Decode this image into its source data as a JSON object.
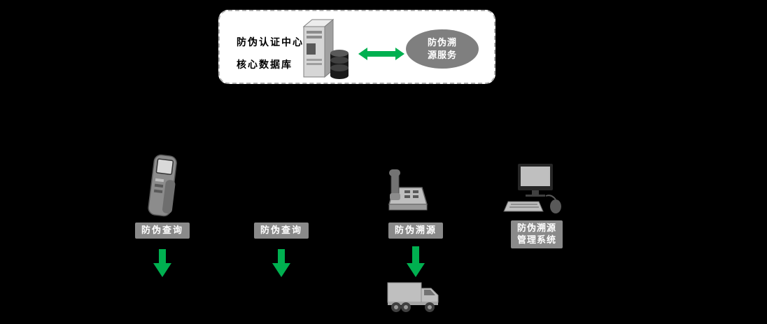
{
  "diagram": {
    "title_box": {
      "line1": "防伪认证中心",
      "line2": "核心数据库"
    },
    "service_ellipse": {
      "line1": "防伪溯",
      "line2": "源服务"
    },
    "branches": [
      {
        "label": "防伪查询"
      },
      {
        "label": "防伪查询"
      },
      {
        "label": "防伪溯源"
      },
      {
        "label_line1": "防伪溯源",
        "label_line2": "管理系统"
      }
    ],
    "colors": {
      "background": "#000000",
      "box_fill": "#ffffff",
      "box_border": "#b0b0b0",
      "arrow_green": "#00b050",
      "label_gray": "#8a8a8a",
      "ellipse_gray": "#7f7f7f",
      "device_gray": "#8c8c8c",
      "truck_gray": "#bfbfbf"
    }
  }
}
